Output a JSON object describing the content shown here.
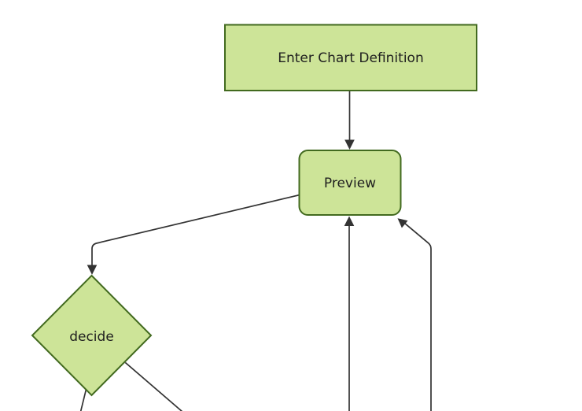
{
  "diagram": {
    "type": "flowchart",
    "background_color": "#ffffff",
    "theme": {
      "node_fill": "#cde498",
      "node_stroke": "#426a1f",
      "edge_color": "#333333",
      "text_color": "#1f1f1f"
    },
    "nodes": [
      {
        "id": "enter-chart-definition",
        "shape": "rectangle",
        "label": "Enter Chart Definition"
      },
      {
        "id": "preview",
        "shape": "rounded-rectangle",
        "label": "Preview"
      },
      {
        "id": "decide",
        "shape": "diamond",
        "label": "decide"
      }
    ],
    "edges": [
      {
        "from": "enter-chart-definition",
        "to": "preview",
        "arrowhead": "filled-triangle",
        "label": ""
      },
      {
        "from": "preview",
        "to": "decide",
        "arrowhead": "filled-triangle",
        "label": ""
      },
      {
        "from": "offscreen-bottom-center",
        "to": "preview",
        "arrowhead": "filled-triangle",
        "label": ""
      },
      {
        "from": "offscreen-bottom-right",
        "to": "preview",
        "arrowhead": "filled-triangle",
        "label": ""
      },
      {
        "from": "decide",
        "to": "offscreen-bottom-left",
        "arrowhead": "cut-off",
        "label": ""
      },
      {
        "from": "decide",
        "to": "offscreen-bottom",
        "arrowhead": "cut-off",
        "label": ""
      }
    ]
  }
}
